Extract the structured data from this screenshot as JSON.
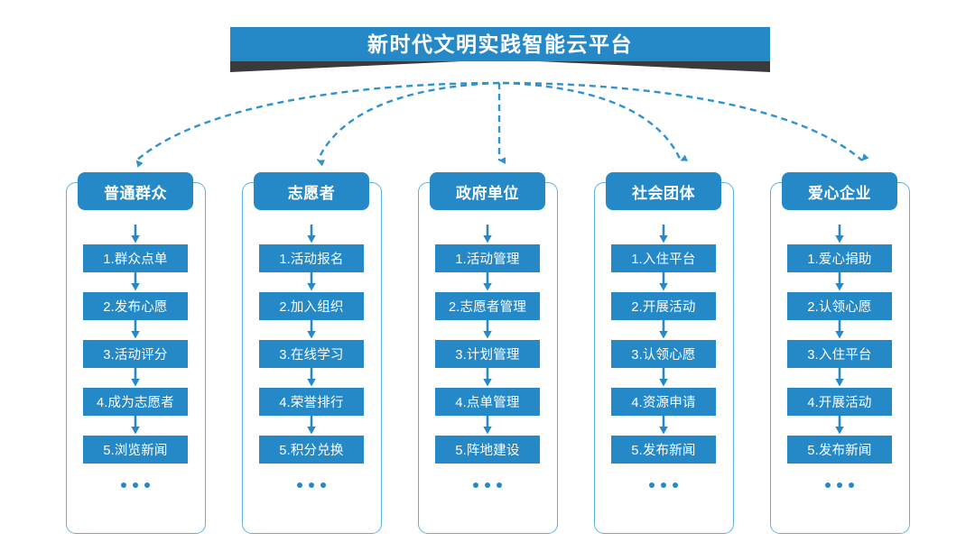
{
  "title": {
    "text": "新时代文明实践智能云平台",
    "bar_color": "#2589c8",
    "ribbon_color": "#3a3a3a",
    "caret_icon": "caret-down-icon"
  },
  "theme": {
    "accent": "#2589c8",
    "card_border": "#5cb1e0",
    "connector": "#2f92cf",
    "background": "#ffffff"
  },
  "columns": [
    {
      "header": "普通群众",
      "items": [
        "1.群众点单",
        "2.发布心愿",
        "3.活动评分",
        "4.成为志愿者",
        "5.浏览新闻"
      ],
      "more": "•••"
    },
    {
      "header": "志愿者",
      "items": [
        "1.活动报名",
        "2.加入组织",
        "3.在线学习",
        "4.荣誉排行",
        "5.积分兑换"
      ],
      "more": "•••"
    },
    {
      "header": "政府单位",
      "items": [
        "1.活动管理",
        "2.志愿者管理",
        "3.计划管理",
        "4.点单管理",
        "5.阵地建设"
      ],
      "more": "•••"
    },
    {
      "header": "社会团体",
      "items": [
        "1.入住平台",
        "2.开展活动",
        "3.认领心愿",
        "4.资源申请",
        "5.发布新闻"
      ],
      "more": "•••"
    },
    {
      "header": "爱心企业",
      "items": [
        "1.爱心捐助",
        "2.认领心愿",
        "3.入住平台",
        "4.开展活动",
        "5.发布新闻"
      ],
      "more": "•••"
    }
  ]
}
